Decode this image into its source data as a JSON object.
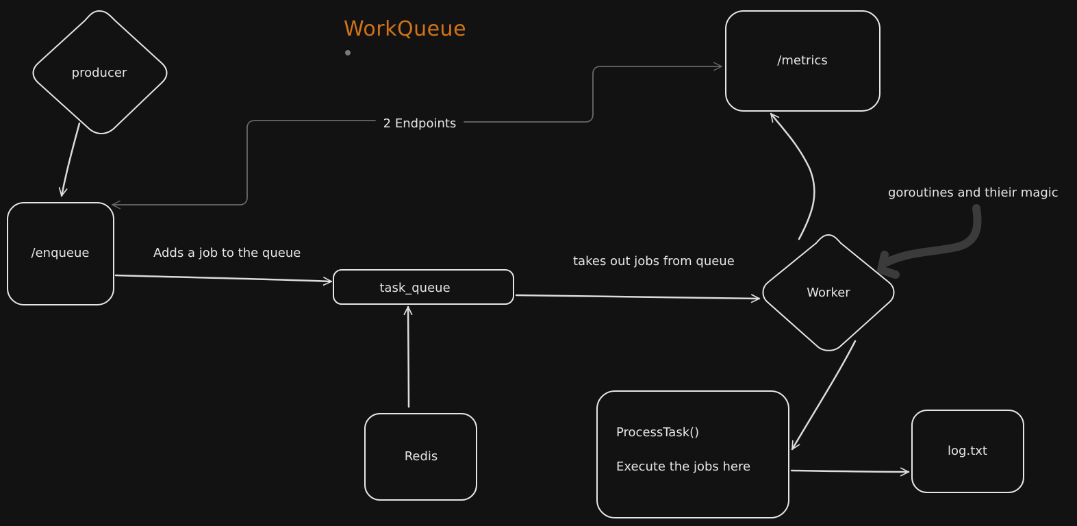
{
  "title": "WorkQueue",
  "colors": {
    "background": "#121212",
    "stroke": "#e6e6e6",
    "title": "#d0731a",
    "dim_arrow": "#6a6a6a",
    "annotation_arrow": "#3b3b3b"
  },
  "nodes": {
    "producer": "producer",
    "enqueue": "/enqueue",
    "metrics": "/metrics",
    "task_queue": "task_queue",
    "redis": "Redis",
    "worker": "Worker",
    "process_task": "ProcessTask()",
    "process_desc": "Execute the jobs here",
    "log": "log.txt"
  },
  "edges": {
    "enqueue_to_queue": "Adds a job to the queue",
    "queue_to_worker": "takes out jobs from queue",
    "endpoints": "2 Endpoints",
    "worker_note": "goroutines and thieir magic"
  }
}
